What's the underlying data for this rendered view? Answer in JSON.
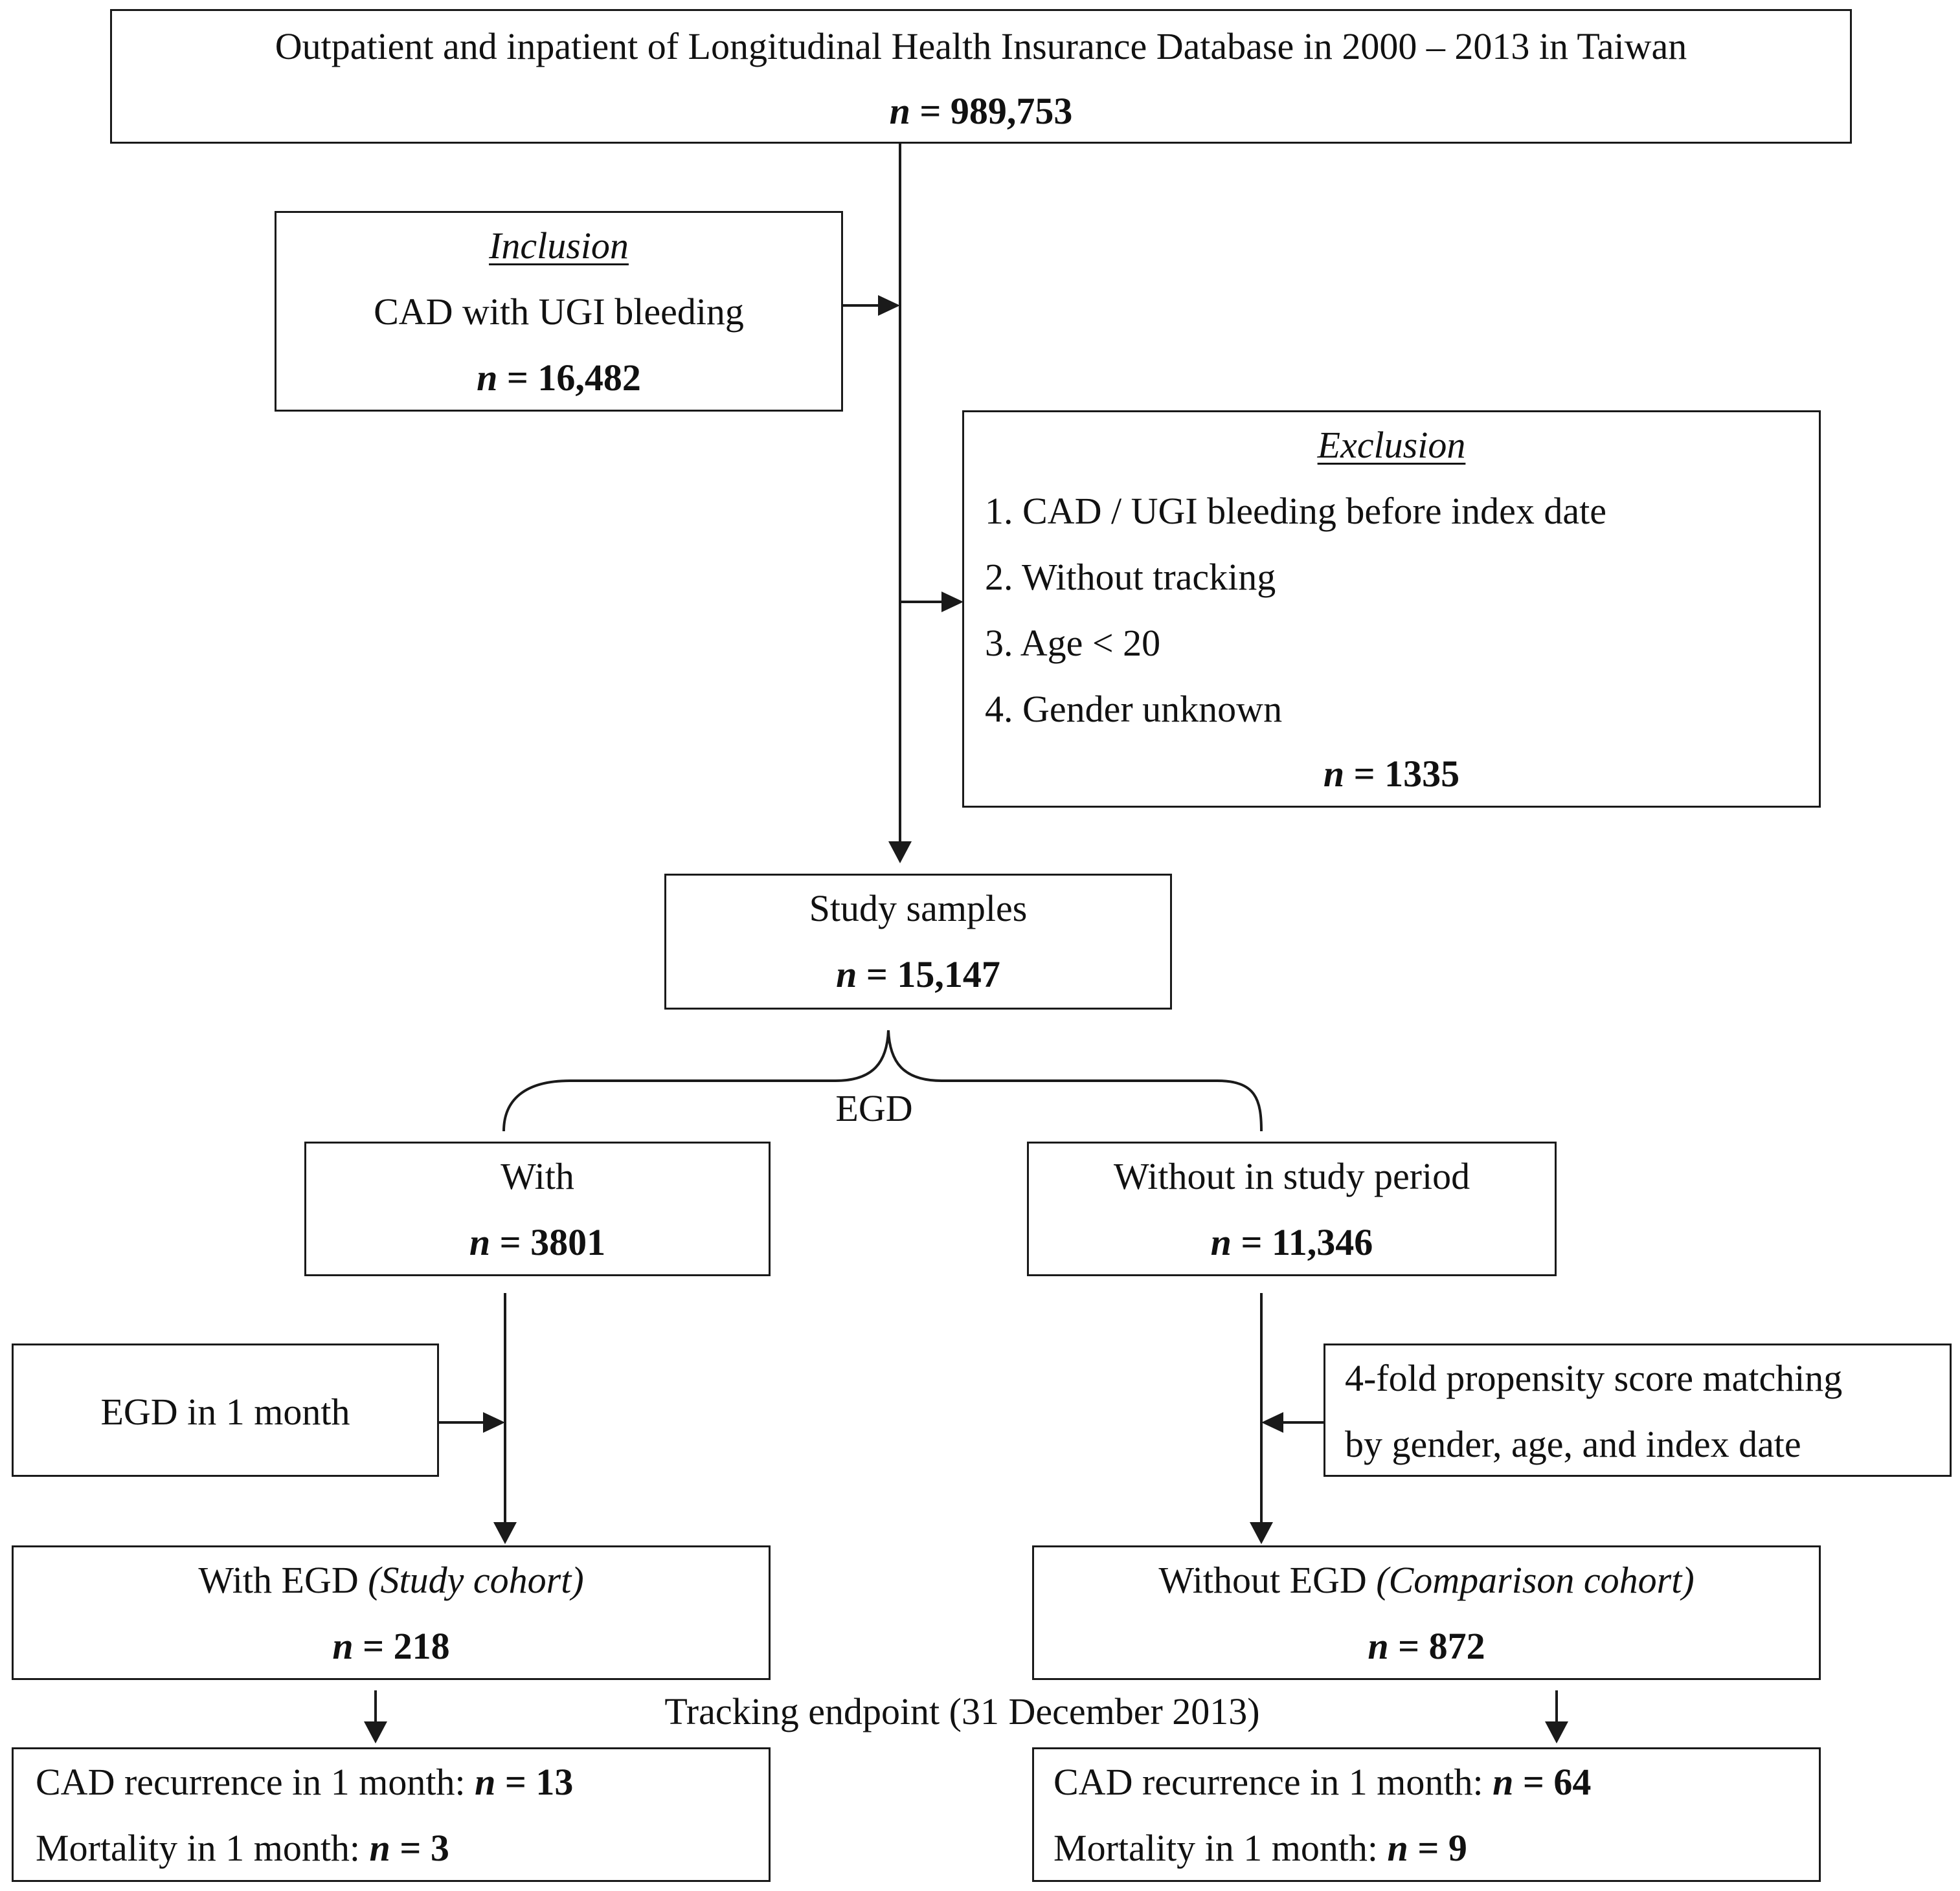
{
  "source": {
    "title": "Outpatient and inpatient of Longitudinal Health Insurance Database in 2000 – 2013 in Taiwan",
    "n_symbol": "n",
    "n_eq": " = ",
    "n_value": "989,753"
  },
  "inclusion": {
    "heading": "Inclusion",
    "label": "CAD with UGI bleeding",
    "n_symbol": "n",
    "n_eq": " = ",
    "n_value": "16,482"
  },
  "exclusion": {
    "heading": "Exclusion",
    "items": [
      "1. CAD / UGI bleeding before index date",
      "2. Without tracking",
      "3. Age < 20",
      "4. Gender unknown"
    ],
    "n_symbol": "n",
    "n_eq": " = ",
    "n_value": "1335"
  },
  "study_samples": {
    "label": "Study samples",
    "n_symbol": "n",
    "n_eq": " = ",
    "n_value": "15,147"
  },
  "split_label": "EGD",
  "with_egd": {
    "label": "With",
    "n_symbol": "n",
    "n_eq": " = ",
    "n_value": "3801"
  },
  "without_egd": {
    "label": "Without in study period",
    "n_symbol": "n",
    "n_eq": " = ",
    "n_value": "11,346"
  },
  "egd_month": {
    "label": "EGD in 1 month"
  },
  "matching": {
    "line1": "4-fold propensity score matching",
    "line2": "by gender, age, and index date"
  },
  "study_cohort": {
    "label": "With EGD ",
    "label_italic": "(Study cohort)",
    "n_symbol": "n",
    "n_eq": " = ",
    "n_value": "218"
  },
  "comparison_cohort": {
    "label": "Without EGD ",
    "label_italic": "(Comparison cohort)",
    "n_symbol": "n",
    "n_eq": " = ",
    "n_value": "872"
  },
  "tracking_label": "Tracking endpoint (31 December 2013)",
  "study_outcomes": {
    "recurrence_label": "CAD recurrence in 1 month: ",
    "recurrence_n_symbol": "n",
    "recurrence_n_eq": " = ",
    "recurrence_value": "13",
    "mortality_label": "Mortality in 1 month: ",
    "mortality_n_symbol": "n",
    "mortality_n_eq": " = ",
    "mortality_value": "3"
  },
  "comparison_outcomes": {
    "recurrence_label": "CAD recurrence in 1 month: ",
    "recurrence_n_symbol": "n",
    "recurrence_n_eq": " = ",
    "recurrence_value": "64",
    "mortality_label": "Mortality in 1 month: ",
    "mortality_n_symbol": "n",
    "mortality_n_eq": " = ",
    "mortality_value": "9"
  }
}
